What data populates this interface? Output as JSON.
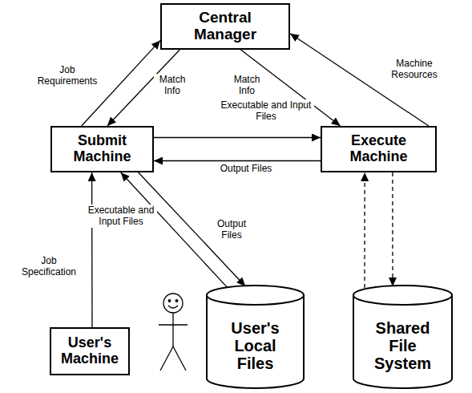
{
  "diagram": {
    "nodes": [
      {
        "text": [
          "Central Manager"
        ]
      },
      {
        "text": [
          "Submit Machine"
        ]
      },
      {
        "text": [
          "Execute Machine"
        ]
      },
      {
        "text": [
          "User's Machine"
        ]
      },
      {
        "text": [
          "User's Local Files"
        ]
      },
      {
        "text": [
          "Shared File System"
        ]
      }
    ],
    "edges": [
      {
        "from": 1,
        "to": 0,
        "label": "Job Requirements",
        "arrow": "to"
      },
      {
        "from": 0,
        "to": 1,
        "label": "Match Info",
        "arrow": "to"
      },
      {
        "from": 0,
        "to": 2,
        "label": "Match Info",
        "arrow": "to"
      },
      {
        "from": 2,
        "to": 0,
        "label": "Machine Resources",
        "arrow": "to"
      },
      {
        "from": 1,
        "to": 2,
        "label": "Executable and Input Files",
        "arrow": "to"
      },
      {
        "from": 2,
        "to": 1,
        "label": "Output Files",
        "arrow": "to"
      },
      {
        "from": 3,
        "to": 1,
        "label": "Job Specification",
        "arrow": "to"
      },
      {
        "from": 4,
        "to": 1,
        "label": "Executable and Input Files",
        "arrow": "to"
      },
      {
        "from": 1,
        "to": 4,
        "label": "Output Files",
        "arrow": "to"
      },
      {
        "from": 5,
        "to": 2,
        "arrow": "to"
      },
      {
        "from": 2,
        "to": 5,
        "arrow": "to"
      }
    ]
  }
}
